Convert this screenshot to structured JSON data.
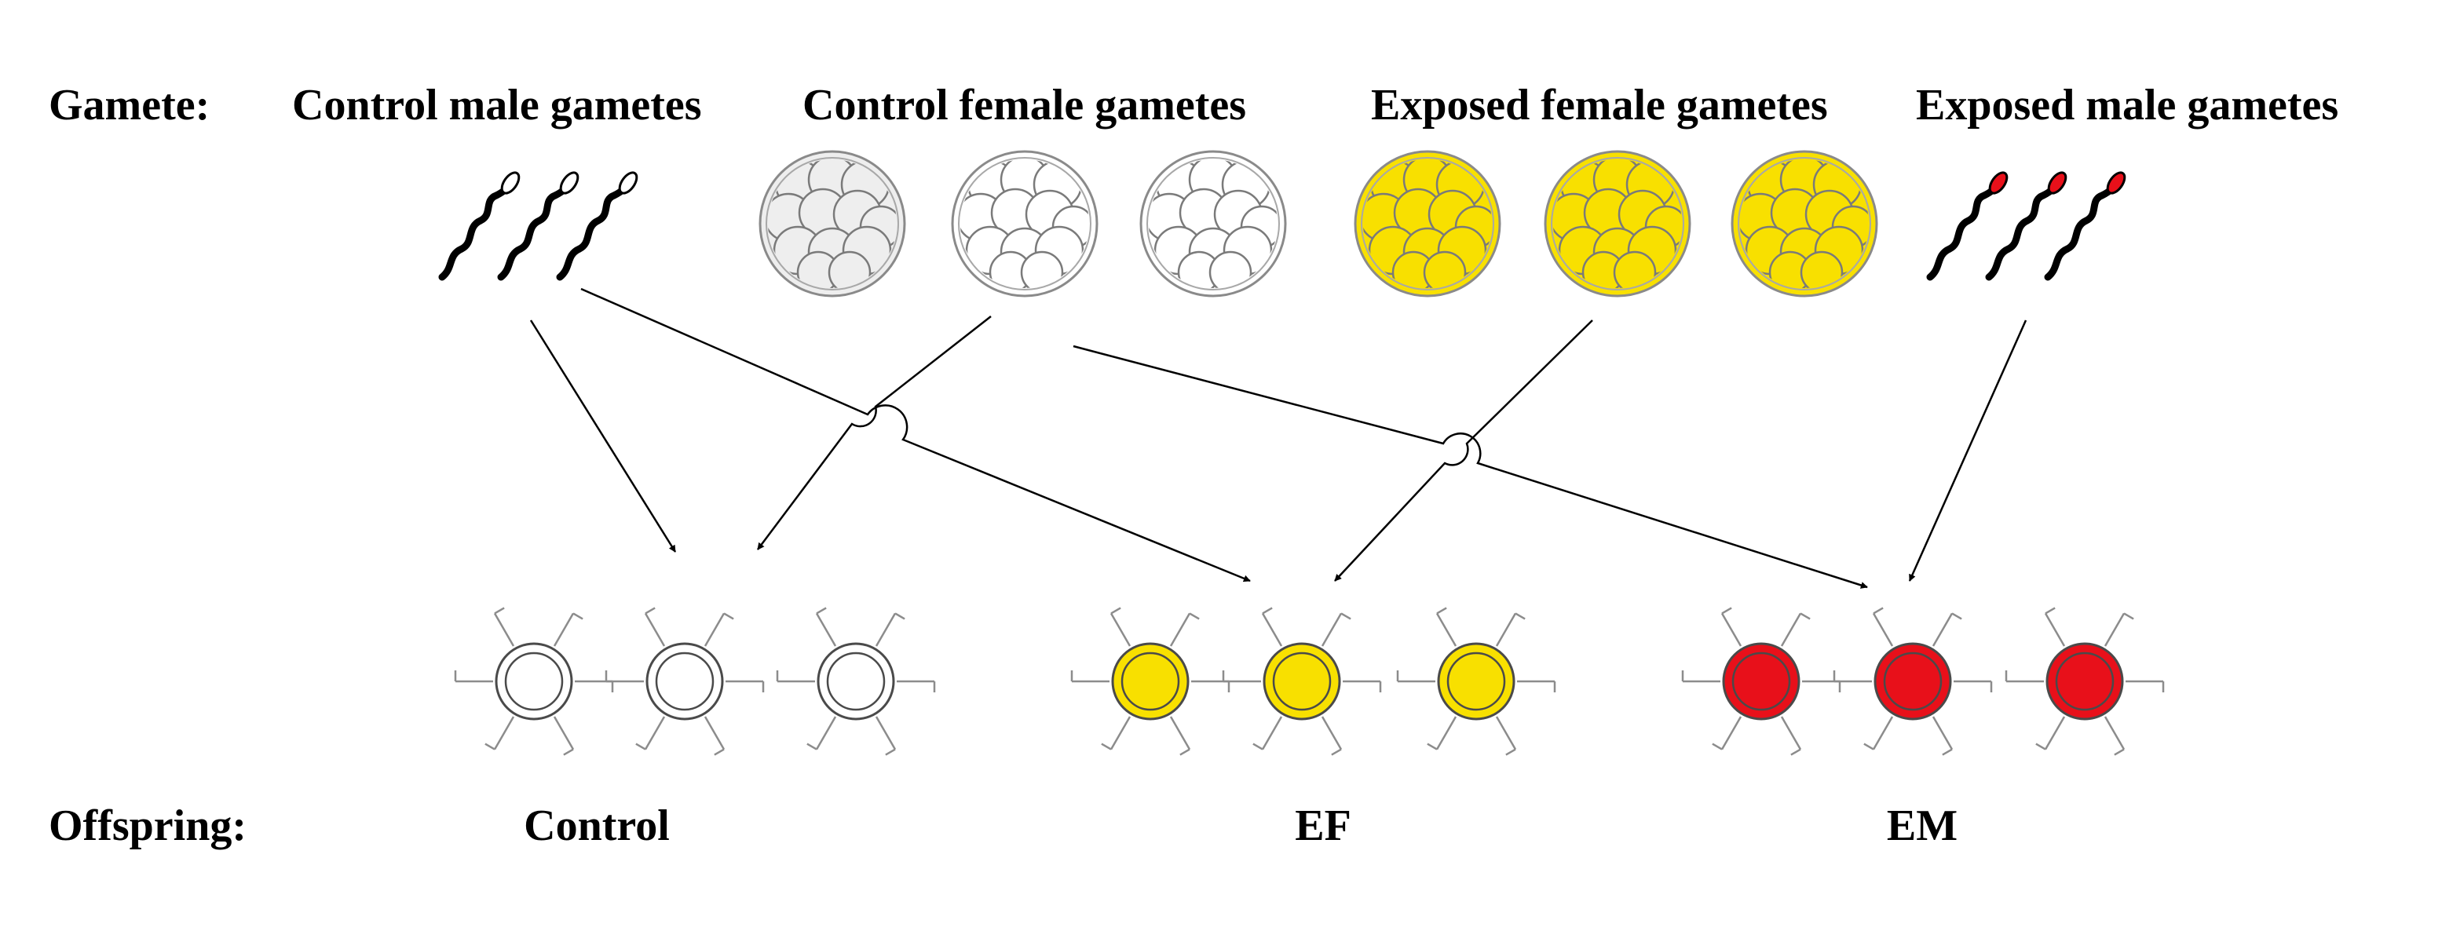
{
  "labels": {
    "gamete_row": "Gamete:",
    "offspring_row": "Offspring:"
  },
  "gamete_groups": [
    {
      "id": "control-male",
      "label": "Control male gametes",
      "kind": "sperm",
      "head_fill": "#ffffff"
    },
    {
      "id": "control-female",
      "label": "Control female gametes",
      "kind": "egg",
      "fill": "#ffffff"
    },
    {
      "id": "exposed-female",
      "label": "Exposed female gametes",
      "kind": "egg",
      "fill": "#f8e000"
    },
    {
      "id": "exposed-male",
      "label": "Exposed male gametes",
      "kind": "sperm",
      "head_fill": "#e8101a"
    }
  ],
  "offspring_groups": [
    {
      "id": "control",
      "label": "Control",
      "fill": "#ffffff"
    },
    {
      "id": "ef",
      "label": "EF",
      "fill": "#f8e000"
    },
    {
      "id": "em",
      "label": "EM",
      "fill": "#e8101a"
    }
  ],
  "crosses": [
    {
      "from": "control-male",
      "to": "control"
    },
    {
      "from": "control-female",
      "to": "control"
    },
    {
      "from": "control-male",
      "to": "ef"
    },
    {
      "from": "exposed-female",
      "to": "ef"
    },
    {
      "from": "control-female",
      "to": "em"
    },
    {
      "from": "exposed-male",
      "to": "em"
    }
  ],
  "colors": {
    "yellow": "#f8e000",
    "red": "#e8101a",
    "outline": "#6e6e6e"
  }
}
